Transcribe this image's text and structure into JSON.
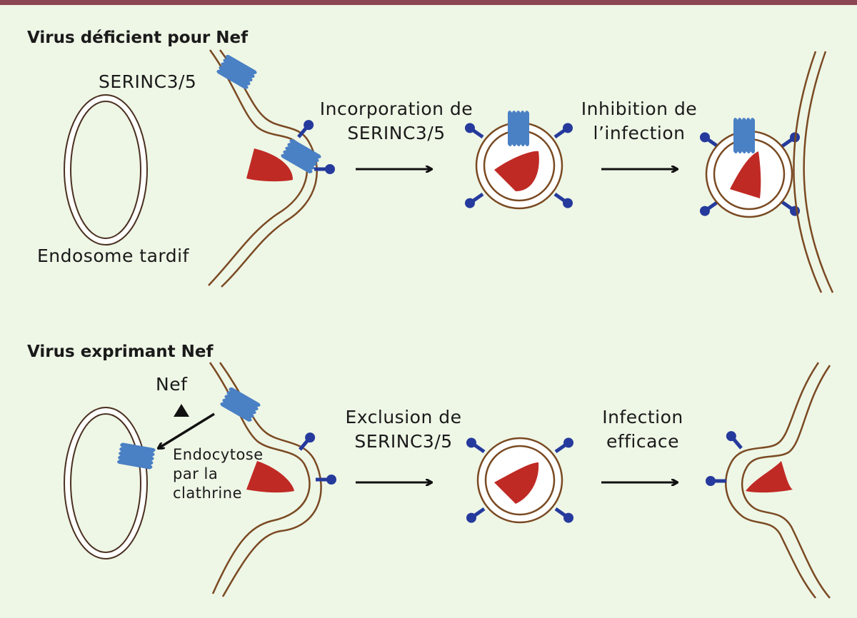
{
  "colors": {
    "background": "#eef6e6",
    "top_bar": "#8c4552",
    "membrane": "#7a4a22",
    "serinc": "#4a80c4",
    "envelope_protein": "#253a9c",
    "capsid": "#c02a24",
    "arrow": "#111111",
    "vesicle_fill": "#ffffff"
  },
  "panel_top": {
    "title": "Virus déficient pour Nef",
    "labels": {
      "serinc": "SERINC3/5",
      "endosome": "Endosome tardif",
      "step1_line1": "Incorporation de",
      "step1_line2": "SERINC3/5",
      "step2_line1": "Inhibition de",
      "step2_line2": "l’infection"
    }
  },
  "panel_bottom": {
    "title": "Virus exprimant Nef",
    "labels": {
      "nef": "Nef",
      "endocytose_line1": "Endocytose",
      "endocytose_line2": "par la",
      "endocytose_line3": "clathrine",
      "step1_line1": "Exclusion de",
      "step1_line2": "SERINC3/5",
      "step2_line1": "Infection",
      "step2_line2": "efficace"
    }
  }
}
